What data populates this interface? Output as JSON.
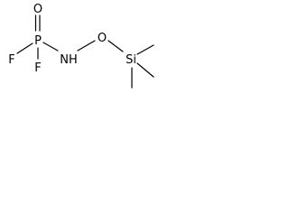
{
  "molecule": {
    "atoms": {
      "oxygen_top": "O",
      "phosphorus": "P",
      "fluorine_left": "F",
      "fluorine_bottom": "F",
      "nitrogen": "NH",
      "oxygen_mid": "O",
      "silicon": "Si"
    }
  },
  "colors": {
    "bond": "#000000",
    "label": "#000000",
    "background": "#ffffff"
  }
}
